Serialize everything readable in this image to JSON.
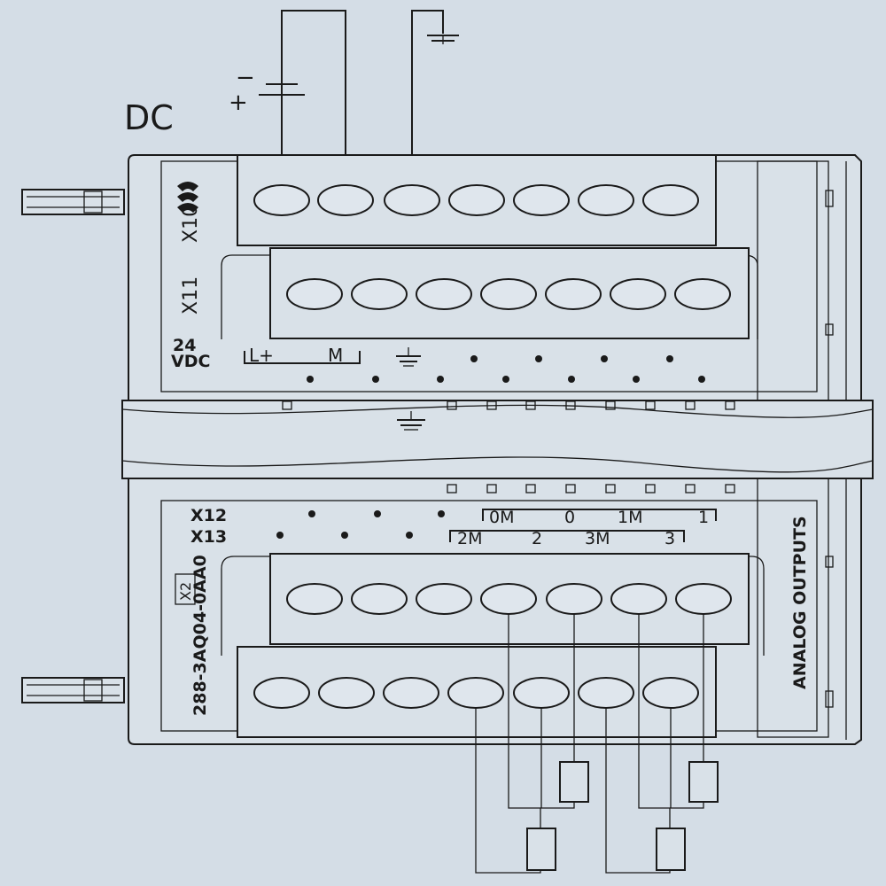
{
  "labels": {
    "dc": "DC",
    "minus": "−",
    "plus": "+",
    "x10": "X10",
    "x11": "X11",
    "supply_24": "24",
    "supply_vdc": "VDC",
    "supply_lplus": "L+",
    "supply_m": "M",
    "x12": "X12",
    "x13": "X13",
    "x12_pins": [
      "0M",
      "0",
      "1M",
      "1"
    ],
    "x13_pins": [
      "2M",
      "2",
      "3M",
      "3"
    ],
    "part_number": "288-3AQ04-0AA0",
    "module_title": "ANALOG OUTPUTS",
    "badge": "X2"
  },
  "colors": {
    "background": "#d4dde6",
    "line": "#1a1a1a",
    "terminal_fill": "#dfe6ed"
  },
  "icons": [
    "siemens-logo-icon",
    "ground-icon",
    "chassis-ground-icon",
    "connector-clip-icon",
    "resistor-load-icon"
  ]
}
